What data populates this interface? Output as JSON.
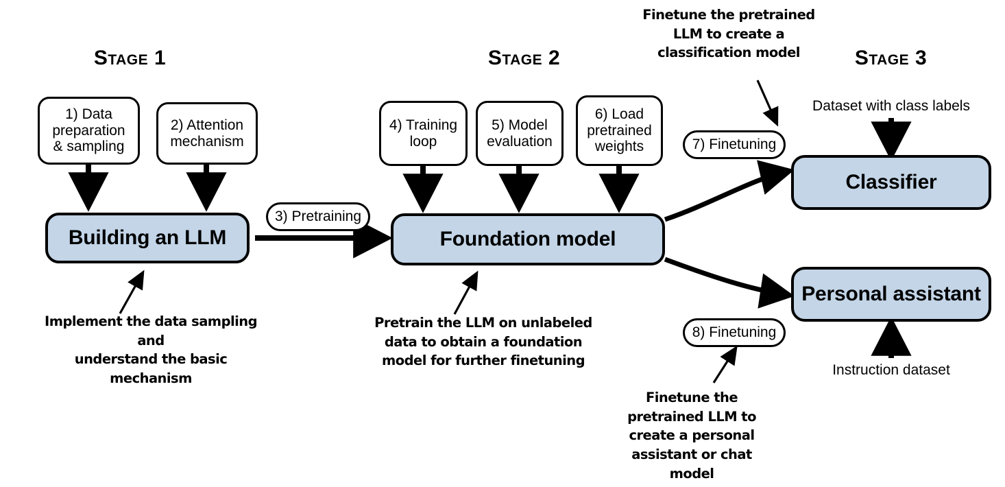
{
  "diagram": {
    "title": "Building an LLM — three stage overview",
    "colors": {
      "box_fill": "#c3d5e7",
      "stroke": "#000000",
      "background": "#ffffff"
    },
    "stages": [
      {
        "label": "Stage 1"
      },
      {
        "label": "Stage 2"
      },
      {
        "label": "Stage 3"
      }
    ],
    "step_boxes": [
      {
        "label": "1) Data\npreparation\n& sampling"
      },
      {
        "label": "2) Attention\nmechanism"
      },
      {
        "label": "4) Training\nloop"
      },
      {
        "label": "5) Model\nevaluation"
      },
      {
        "label": "6) Load\npretrained\nweights"
      }
    ],
    "pills": [
      {
        "label": "3) Pretraining"
      },
      {
        "label": "7) Finetuning"
      },
      {
        "label": "8) Finetuning"
      }
    ],
    "main_boxes": [
      {
        "label": "Building an LLM"
      },
      {
        "label": "Foundation model"
      },
      {
        "label": "Classifier"
      },
      {
        "label": "Personal assistant"
      }
    ],
    "annotations": [
      {
        "label": "Implement the data sampling and\nunderstand the basic mechanism"
      },
      {
        "label": "Pretrain the LLM on unlabeled\ndata to obtain a foundation\nmodel for further finetuning"
      },
      {
        "label": "Finetune the pretrained\nLLM to create a\nclassification model"
      },
      {
        "label": "Finetune the\npretrained LLM to\ncreate a personal\nassistant or chat model"
      }
    ],
    "dataset_labels": [
      {
        "label": "Dataset with class labels"
      },
      {
        "label": "Instruction dataset"
      }
    ]
  }
}
